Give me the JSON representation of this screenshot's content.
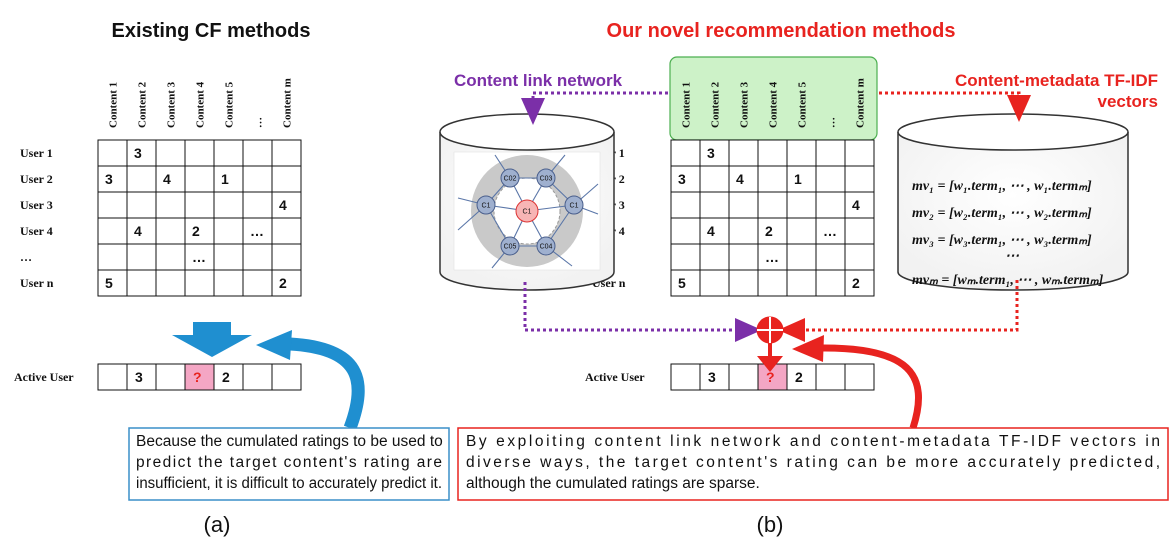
{
  "title_left": "Existing CF methods",
  "title_right": "Our novel recommendation methods",
  "content_headers": [
    "Content 1",
    "Content 2",
    "Content 3",
    "Content 4",
    "Content 5",
    "…",
    "Content m"
  ],
  "user_labels": [
    "User 1",
    "User 2",
    "User 3",
    "User 4",
    "…",
    "User n"
  ],
  "matrix": [
    [
      "",
      "3",
      "",
      "",
      "",
      "",
      ""
    ],
    [
      "3",
      "",
      "4",
      "",
      "1",
      "",
      ""
    ],
    [
      "",
      "",
      "",
      "",
      "",
      "",
      "4"
    ],
    [
      "",
      "4",
      "",
      "2",
      "",
      "…",
      ""
    ],
    [
      "",
      "",
      "",
      "…",
      "",
      "",
      ""
    ],
    [
      "5",
      "",
      "",
      "",
      "",
      "",
      "2"
    ]
  ],
  "active_user_label": "Active User",
  "active_user_row": [
    "",
    "3",
    "",
    "?",
    "2",
    "",
    ""
  ],
  "content_link_network_label": "Content link network",
  "tfidf_label_line1": "Content-metadata TF-IDF",
  "tfidf_label_line2": "vectors",
  "network_nodes": [
    "C1",
    "C02",
    "C03",
    "C1",
    "C1",
    "C05",
    "C04"
  ],
  "formulas": {
    "mv1": "mv₁ = [w₁.term₁, ⋯ , w₁.termₘ]",
    "mv2": "mv₂ = [w₂.term₁, ⋯ , w₂.termₘ]",
    "mv3": "mv₃ = [w₃.term₁, ⋯ , w₃.termₘ]",
    "dots": "⋯",
    "mvm": "mvₘ = [wₘ.term₁, ⋯ , wₘ.termₘ]"
  },
  "note_left": [
    "Because the cumulated ratings to be used to",
    "predict  the  target  content's  rating  are",
    "insufficient, it is difficult to accurately predict it."
  ],
  "note_right": [
    "By  exploiting  content  link  network  and  content-metadata  TF-IDF  vectors  in",
    "diverse ways, the target content's rating can be more accurately predicted,",
    "although the cumulated ratings are sparse."
  ],
  "panel_a": "(a)",
  "panel_b": "(b)",
  "colors": {
    "red": "#e8231f",
    "purple": "#7b2fa8",
    "blue": "#1f8fd0",
    "blue_dark": "#1a6fa8",
    "pink": "#f4a6c4",
    "green": "#cdf2c8",
    "green_border": "#4caf50",
    "note_left_border": "#3a8fc8",
    "note_right_border": "#e8231f"
  }
}
